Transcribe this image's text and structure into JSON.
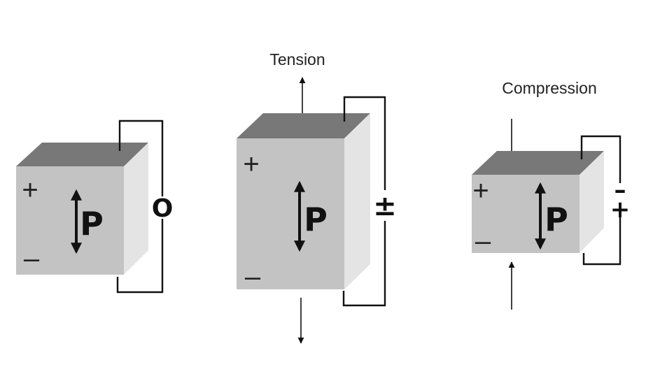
{
  "colors": {
    "front": "#c3c3c3",
    "top": "#787878",
    "side": "#e4e4e4",
    "stroke": "#111111",
    "background": "#ffffff"
  },
  "blocks": [
    {
      "state": "unstressed",
      "plus_label": "+",
      "minus_label": "–",
      "polarization_label": "P",
      "meter_reading": "O"
    },
    {
      "state": "tension",
      "caption": "Tension",
      "plus_label": "+",
      "minus_label": "–",
      "polarization_label": "P",
      "meter_reading": "±"
    },
    {
      "state": "compression",
      "caption": "Compression",
      "plus_label": "+",
      "minus_label": "–",
      "polarization_label": "P",
      "meter_reading_top": "–",
      "meter_reading_bottom": "+"
    }
  ]
}
